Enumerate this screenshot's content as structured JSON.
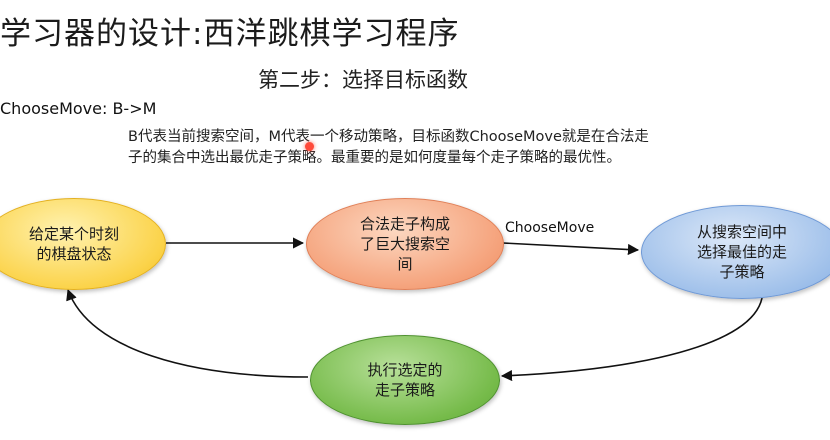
{
  "title": "学习器的设计:西洋跳棋学习程序",
  "subtitle": "第二步：选择目标函数",
  "formula": "ChooseMove: B->M",
  "description": [
    "B代表当前搜索空间，M代表一个移动策略，目标函数ChooseMove就是在合法走",
    "子的集合中选出最优走子策略。最重要的是如何度量每个走子策略的最优性。"
  ],
  "nodes": {
    "board_state": [
      "给定某个时刻",
      "的棋盘状态"
    ],
    "legal_moves": [
      "合法走子构成",
      "了巨大搜索空",
      "间"
    ],
    "best_move": [
      "从搜索空间中",
      "选择最佳的走",
      "子策略"
    ],
    "execute": [
      "执行选定的",
      "走子策略"
    ]
  },
  "edge_label": "ChooseMove",
  "colors": {
    "board_state": "#fbd34a",
    "legal_moves": "#f5a27b",
    "best_move": "#9fc0ea",
    "execute": "#76bb4a",
    "arrow": "#111111",
    "laser_pointer": "#ff4a3a"
  }
}
